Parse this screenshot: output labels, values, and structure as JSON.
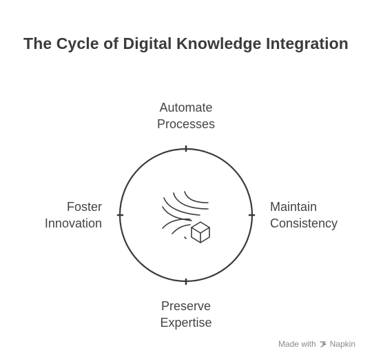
{
  "title": "The Cycle of Digital Knowledge Integration",
  "cycle": {
    "top": {
      "line1": "Automate",
      "line2": "Processes"
    },
    "right": {
      "line1": "Maintain",
      "line2": "Consistency"
    },
    "bottom": {
      "line1": "Preserve",
      "line2": "Expertise"
    },
    "left": {
      "line1": "Foster",
      "line2": "Innovation"
    }
  },
  "center_icon": "flowing-lines-cube-icon",
  "watermark": {
    "prefix": "Made with",
    "brand": "Napkin",
    "icon": "napkin-logo-icon"
  },
  "colors": {
    "stroke": "#3a3a3a",
    "text": "#444444",
    "title": "#3b3b3b",
    "watermark": "#8a8a8a"
  }
}
